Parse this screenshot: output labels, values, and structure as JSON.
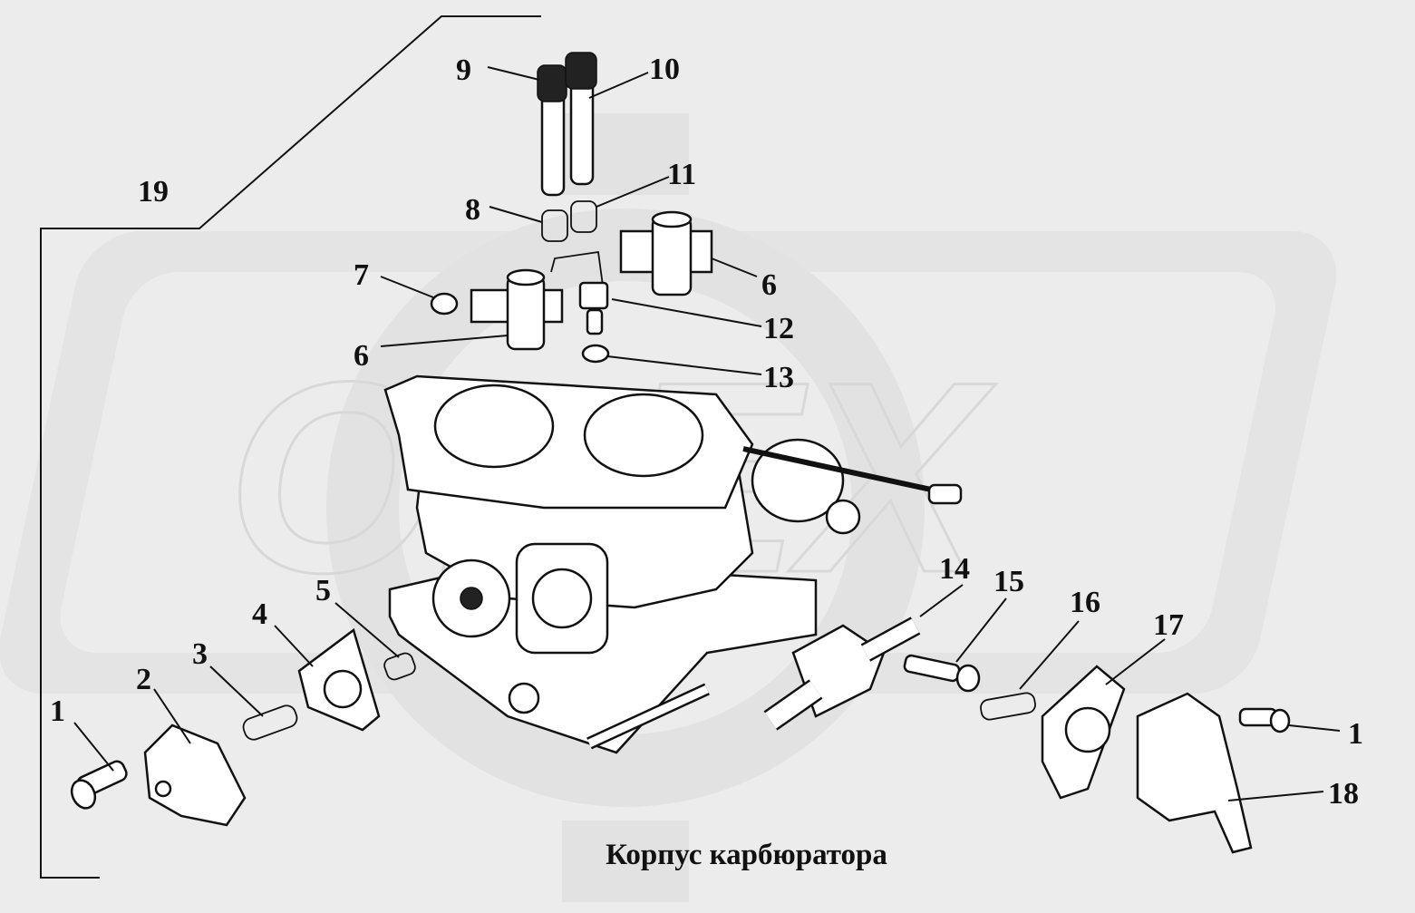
{
  "diagram": {
    "caption": "Корпус карбюратора",
    "watermark": "OPEX",
    "colors": {
      "background": "#ececec",
      "watermark": "#e4e4e4",
      "ink": "#111111"
    },
    "callouts": [
      {
        "id": "c1a",
        "label": "1"
      },
      {
        "id": "c1b",
        "label": "1"
      },
      {
        "id": "c2",
        "label": "2"
      },
      {
        "id": "c3",
        "label": "3"
      },
      {
        "id": "c4",
        "label": "4"
      },
      {
        "id": "c5",
        "label": "5"
      },
      {
        "id": "c6a",
        "label": "6"
      },
      {
        "id": "c6b",
        "label": "6"
      },
      {
        "id": "c7",
        "label": "7"
      },
      {
        "id": "c8",
        "label": "8"
      },
      {
        "id": "c9",
        "label": "9"
      },
      {
        "id": "c10",
        "label": "10"
      },
      {
        "id": "c11",
        "label": "11"
      },
      {
        "id": "c12",
        "label": "12"
      },
      {
        "id": "c13",
        "label": "13"
      },
      {
        "id": "c14",
        "label": "14"
      },
      {
        "id": "c15",
        "label": "15"
      },
      {
        "id": "c16",
        "label": "16"
      },
      {
        "id": "c17",
        "label": "17"
      },
      {
        "id": "c18",
        "label": "18"
      },
      {
        "id": "c19",
        "label": "19"
      }
    ]
  }
}
